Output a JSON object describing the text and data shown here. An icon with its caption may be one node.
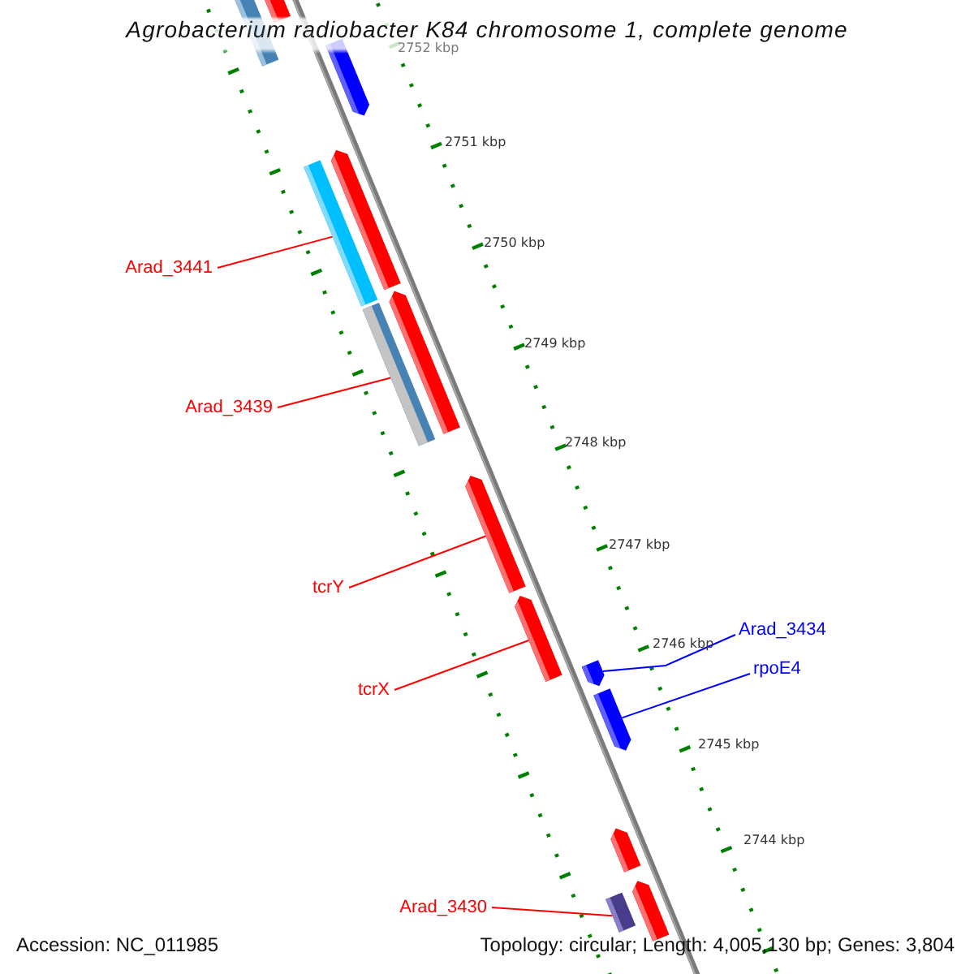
{
  "diagram": {
    "title": "Agrobacterium radiobacter K84 chromosome 1, complete genome",
    "nodes": [
      {
        "text": [
          "Arad_3441"
        ]
      },
      {
        "text": [],
        "shape": "bar"
      },
      {
        "text": [
          "Arad_3439"
        ]
      },
      {
        "text": [],
        "shape": "bar"
      },
      {
        "text": [
          "tcrY"
        ]
      },
      {
        "text": [],
        "shape": "bar"
      },
      {
        "text": [
          "tcrX"
        ]
      },
      {
        "text": [],
        "shape": "bar"
      },
      {
        "text": [
          "Arad_3434"
        ]
      },
      {
        "text": [],
        "shape": "bar"
      },
      {
        "text": [
          "rpoE4"
        ]
      },
      {
        "text": [],
        "shape": "bar"
      },
      {
        "text": [
          "Arad_3430"
        ]
      },
      {
        "text": [],
        "shape": "bar"
      }
    ],
    "edges": [
      {
        "from": 0,
        "to": 1,
        "arrow": "none"
      },
      {
        "from": 2,
        "to": 3,
        "arrow": "none"
      },
      {
        "from": 4,
        "to": 5,
        "arrow": "none"
      },
      {
        "from": 6,
        "to": 7,
        "arrow": "none"
      },
      {
        "from": 8,
        "to": 9,
        "arrow": "none",
        "color": "#0000ff"
      },
      {
        "from": 10,
        "to": 11,
        "arrow": "none",
        "color": "#0000ff"
      },
      {
        "from": 12,
        "to": 13,
        "arrow": "none"
      }
    ],
    "labels": [
      "2752 kbp",
      "2751 kbp",
      "2750 kbp",
      "2749 kbp",
      "2748 kbp",
      "2747 kbp",
      "2746 kbp",
      "2745 kbp",
      "2744 kbp",
      "Accession: NC_011985",
      "Topology: circular; Length: 4,005,130 bp; Genes: 3,804"
    ]
  }
}
